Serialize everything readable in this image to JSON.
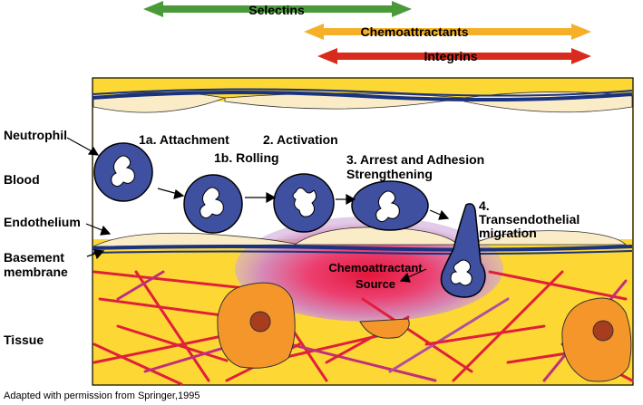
{
  "arrows": {
    "selectins": "Selectins",
    "chemoattractants": "Chemoattractants",
    "integrins": "Integrins"
  },
  "labels": {
    "neutrophil": "Neutrophil",
    "blood": "Blood",
    "endothelium": "Endothelium",
    "basement_line1": "Basement",
    "basement_line2": "membrane",
    "tissue": "Tissue"
  },
  "steps": {
    "attachment": "1a. Attachment",
    "rolling": "1b. Rolling",
    "activation": "2. Activation",
    "arrest_line1": "3. Arrest and Adhesion",
    "arrest_line2": "Strengthening",
    "trans_line1": "4.",
    "trans_line2": "Transendothelial",
    "trans_line3": "migration"
  },
  "source": {
    "line1": "Chemoattractant",
    "line2": "Source"
  },
  "credit": "Adapted with permission from Springer,1995",
  "colors": {
    "selectins": "#4a9a3a",
    "chemoattractants": "#f5b027",
    "integrins": "#d92b1d",
    "blood_band": "#ffffff",
    "tissue": "#fdd835",
    "endothelial_cell": "#fbecc8",
    "membrane": "#1a3380",
    "neutrophil": "#4050a0",
    "tissue_cell": "#f5962a",
    "nucleus": "#a83c1f",
    "fibers": "#e0203a"
  }
}
